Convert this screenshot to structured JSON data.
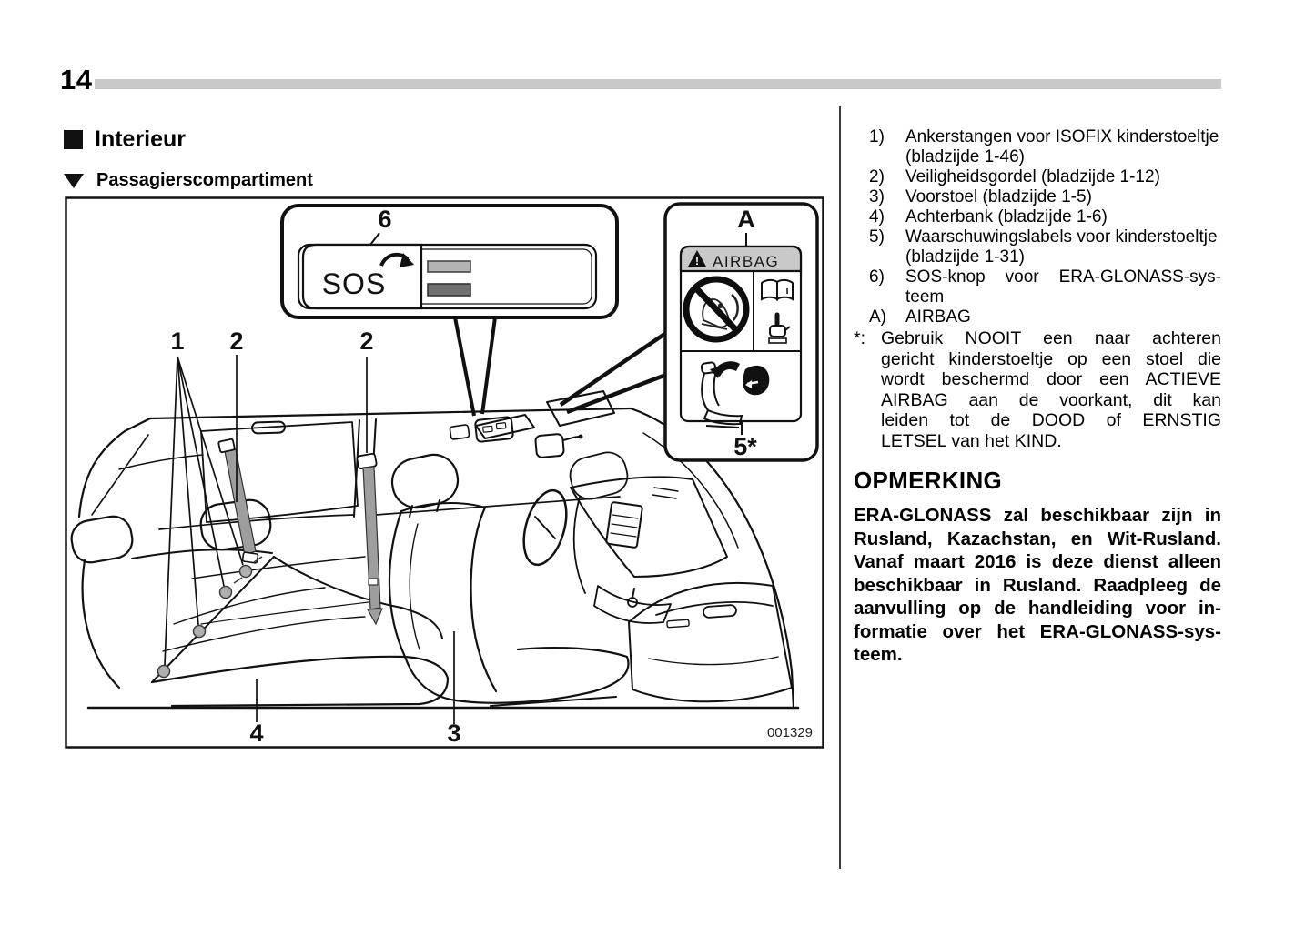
{
  "page": {
    "number": "14"
  },
  "headings": {
    "section": "Interieur",
    "subsection": "Passagierscompartiment"
  },
  "diagram": {
    "figure_code": "001329",
    "callout_sos": {
      "label": "6",
      "button_text": "SOS"
    },
    "callout_airbag": {
      "label": "A",
      "header": "AIRBAG",
      "warning_mark": "!",
      "book_mark": "i",
      "footer_label": "5*"
    },
    "part_labels": {
      "anchor_bars": "1",
      "seatbelt_rear": "2",
      "seatbelt_front": "2",
      "front_seat": "3",
      "rear_bench": "4"
    }
  },
  "legend": {
    "items": [
      {
        "marker": "1)",
        "lines": [
          "Ankerstangen voor ISOFIX kinderstoeltje",
          "(bladzijde 1-46)"
        ]
      },
      {
        "marker": "2)",
        "lines": [
          "Veiligheidsgordel (bladzijde 1-12)"
        ]
      },
      {
        "marker": "3)",
        "lines": [
          "Voorstoel (bladzijde 1-5)"
        ]
      },
      {
        "marker": "4)",
        "lines": [
          "Achterbank (bladzijde 1-6)"
        ]
      },
      {
        "marker": "5)",
        "lines": [
          "Waarschuwingslabels voor kinderstoeltje",
          "(bladzijde 1-31)"
        ]
      },
      {
        "marker": "6)",
        "lines": [
          "SOS-knop voor ERA-GLONASS-sys-",
          "teem"
        ]
      },
      {
        "marker": "A)",
        "lines": [
          "AIRBAG"
        ]
      }
    ]
  },
  "footnote": {
    "marker": "*:",
    "lines": [
      "Gebruik NOOIT een naar achteren",
      "gericht kinderstoeltje op een stoel die",
      "wordt beschermd door een ACTIEVE",
      "AIRBAG aan de voorkant, dit kan",
      "leiden tot de DOOD of ERNSTIG",
      "LETSEL van het KIND."
    ]
  },
  "note": {
    "title": "OPMERKING",
    "lines": [
      "ERA-GLONASS zal beschikbaar zijn in",
      "Rusland, Kazachstan, en Wit-Rusland.",
      "Vanaf maart 2016 is deze dienst alleen",
      "beschikbaar in Rusland. Raadpleeg de",
      "aanvulling op de handleiding voor in-",
      "formatie over het ERA-GLONASS-sys-",
      "teem."
    ]
  },
  "colors": {
    "top_bar_gray": "#c8c8c8",
    "airbag_header_gray": "#c9c9c9",
    "sos_bar_light": "#b3b3b3",
    "sos_bar_dark": "#707070",
    "seatbelt_gray": "#9e9e9e",
    "line_ink": "#111111"
  }
}
